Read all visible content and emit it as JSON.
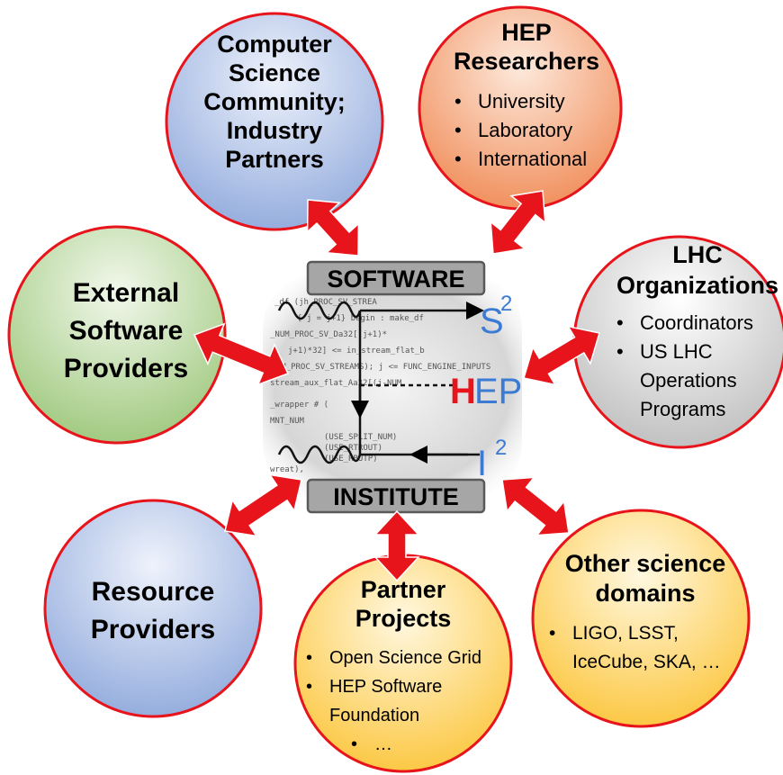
{
  "center": {
    "top_label": "SOFTWARE",
    "bottom_label": "INSTITUTE",
    "logo": {
      "s_text": "S",
      "s_sup": "2",
      "h_text": "H",
      "ep_text": "EP",
      "i_text": "I",
      "i_sup": "2"
    },
    "code_lines": [
      "_df (jh_PROC_SV_STREA",
      "{ j = j+1} begin : make_df",
      "_NUM_PROC_SV_Da32[(j+1)*",
      "j+1)*32] <= in_stream_flat_b",
      "_NUM_PROC_SV_STREAMS); j <= FUNC_ENGINE_INPUTS",
      "stream_aux_flat_Aa32[(j-NUM",
      "_wrapper # (",
      "MNT_NUM",
      "(USE_SPLIT_NUM)",
      "(USE_RTROUT)",
      "(USE_RBUTP)",
      "wreat),"
    ]
  },
  "nodes": [
    {
      "id": "cs",
      "title_lines": [
        "Computer",
        "Science",
        "Community;",
        "Industry",
        "Partners"
      ],
      "bullets": [],
      "color": "#a8bde6"
    },
    {
      "id": "hep",
      "title_lines": [
        "HEP",
        "Researchers"
      ],
      "bullets": [
        "University",
        "Laboratory",
        "International"
      ],
      "color": "#f4a87c"
    },
    {
      "id": "lhc",
      "title_lines": [
        "LHC",
        "Organizations"
      ],
      "bullets": [
        "Coordinators",
        "US LHC",
        "Operations",
        "Programs"
      ],
      "color": "#d9d9d9"
    },
    {
      "id": "ext",
      "title_lines": [
        "External",
        "Software",
        "Providers"
      ],
      "bullets": [],
      "color": "#b8d69a"
    },
    {
      "id": "res",
      "title_lines": [
        "Resource",
        "Providers"
      ],
      "bullets": [],
      "color": "#a8bde6"
    },
    {
      "id": "partner",
      "title_lines": [
        "Partner",
        "Projects"
      ],
      "bullets": [
        "Open Science Grid",
        "HEP Software",
        "Foundation",
        "…"
      ],
      "color": "#ffd966"
    },
    {
      "id": "other",
      "title_lines": [
        "Other science",
        "domains"
      ],
      "bullets": [
        "LIGO, LSST,",
        "IceCube, SKA, …"
      ],
      "color": "#ffd966"
    }
  ],
  "colors": {
    "arrow": "#e8141b",
    "circle_border": "#e8141b",
    "label_box": "#a6a6a6"
  }
}
